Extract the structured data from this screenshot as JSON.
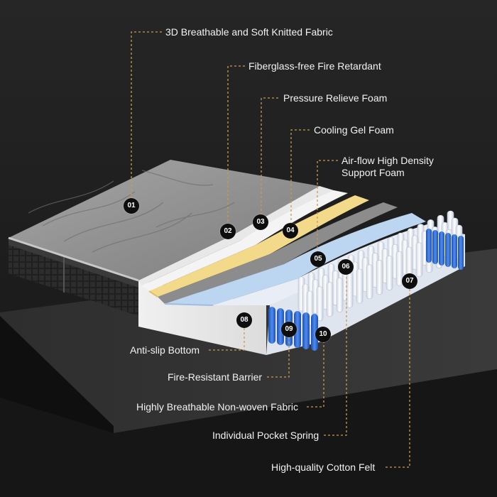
{
  "labels": {
    "knitted_fabric": "3D Breathable and Soft Knitted Fabric",
    "fire_retardant": "Fiberglass-free Fire Retardant",
    "pressure_foam": "Pressure Relieve Foam",
    "cooling_gel": "Cooling Gel Foam",
    "airflow_line1": "Air-flow High Density",
    "airflow_line2": "Support Foam",
    "anti_slip": "Anti-slip Bottom",
    "fire_barrier": "Fire-Resistant Barrier",
    "nonwoven": "Highly Breathable Non-woven Fabric",
    "pocket_spring": "Individual Pocket Spring",
    "cotton_felt": "High-quality Cotton Felt"
  },
  "badges": [
    "01",
    "02",
    "03",
    "04",
    "05",
    "06",
    "07",
    "08",
    "09",
    "10"
  ],
  "colors": {
    "background": "#1a1a1a",
    "leader_line": "#c99a52",
    "cooling_gel": "#f3d98a",
    "airflow_foam": "#bcd5f0",
    "pocket_spring": "#2f68d0",
    "cover": "#8b8b8b"
  }
}
